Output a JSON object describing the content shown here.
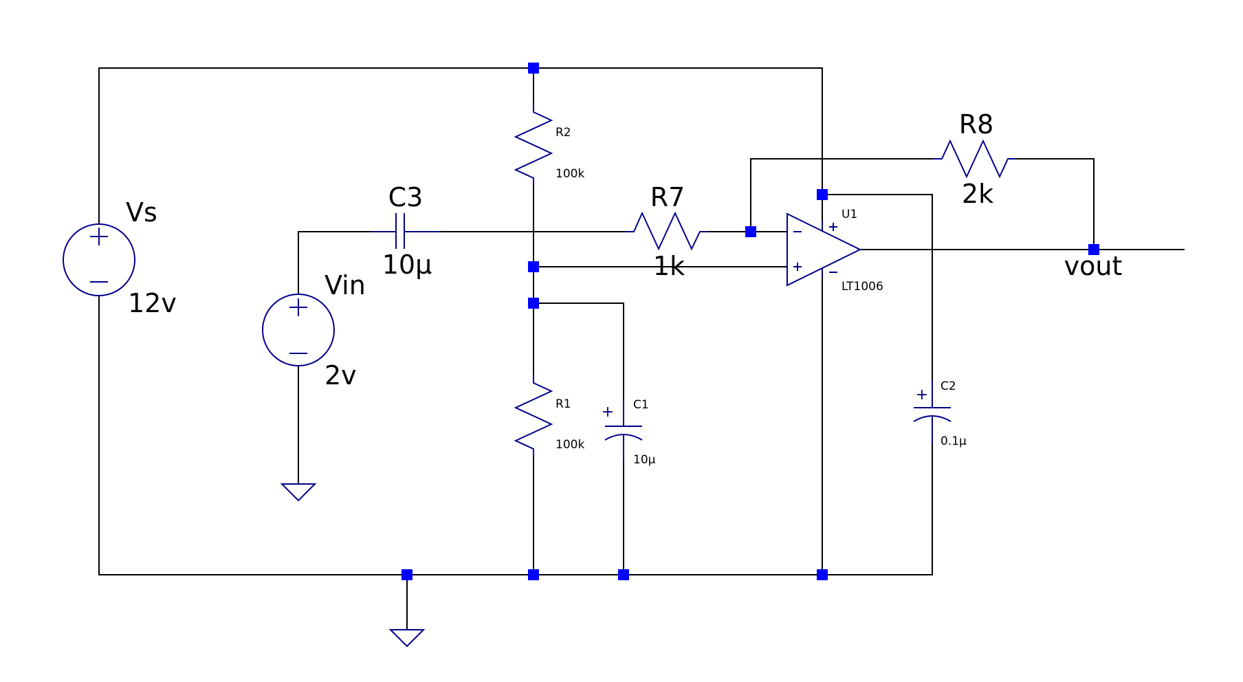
{
  "components": {
    "vs": {
      "name": "Vs",
      "value": "12v"
    },
    "vin": {
      "name": "Vin",
      "value": "2v"
    },
    "c3": {
      "name": "C3",
      "value": "10µ"
    },
    "r7": {
      "name": "R7",
      "value": "1k"
    },
    "r8": {
      "name": "R8",
      "value": "2k"
    },
    "r2": {
      "name": "R2",
      "value": "100k"
    },
    "r1": {
      "name": "R1",
      "value": "100k"
    },
    "c1": {
      "name": "C1",
      "value": "10µ"
    },
    "c2": {
      "name": "C2",
      "value": "0.1µ"
    },
    "u1": {
      "name": "U1",
      "model": "LT1006"
    }
  },
  "nets": {
    "output": "vout"
  },
  "colors": {
    "wire": "#000000",
    "component": "#00008B",
    "node": "#0000FF"
  }
}
